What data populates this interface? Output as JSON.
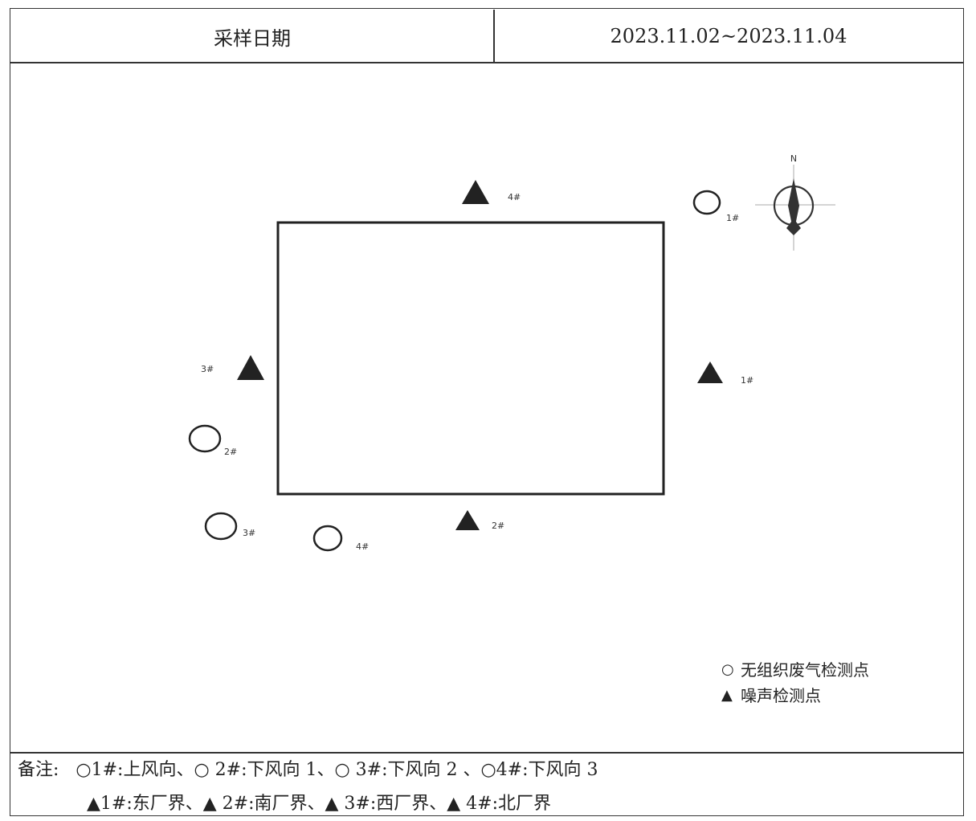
{
  "header": {
    "label": "采样日期",
    "value": "2023.11.02~2023.11.04"
  },
  "compass": {
    "north_label": "N"
  },
  "points": {
    "air": [
      {
        "label": "1#"
      },
      {
        "label": "2#"
      },
      {
        "label": "3#"
      },
      {
        "label": "4#"
      }
    ],
    "noise": [
      {
        "label": "1#"
      },
      {
        "label": "2#"
      },
      {
        "label": "3#"
      },
      {
        "label": "4#"
      }
    ]
  },
  "legend": {
    "air_symbol": "○",
    "air_label": "无组织废气检测点",
    "noise_symbol": "▲",
    "noise_label": "噪声检测点"
  },
  "notes": {
    "title": "备注:",
    "line1": "○1#:上风向、○ 2#:下风向 1、○ 3#:下风向 2 、○4#:下风向 3",
    "line2": "▲1#:东厂界、▲ 2#:南厂界、▲ 3#:西厂界、▲ 4#:北厂界"
  }
}
